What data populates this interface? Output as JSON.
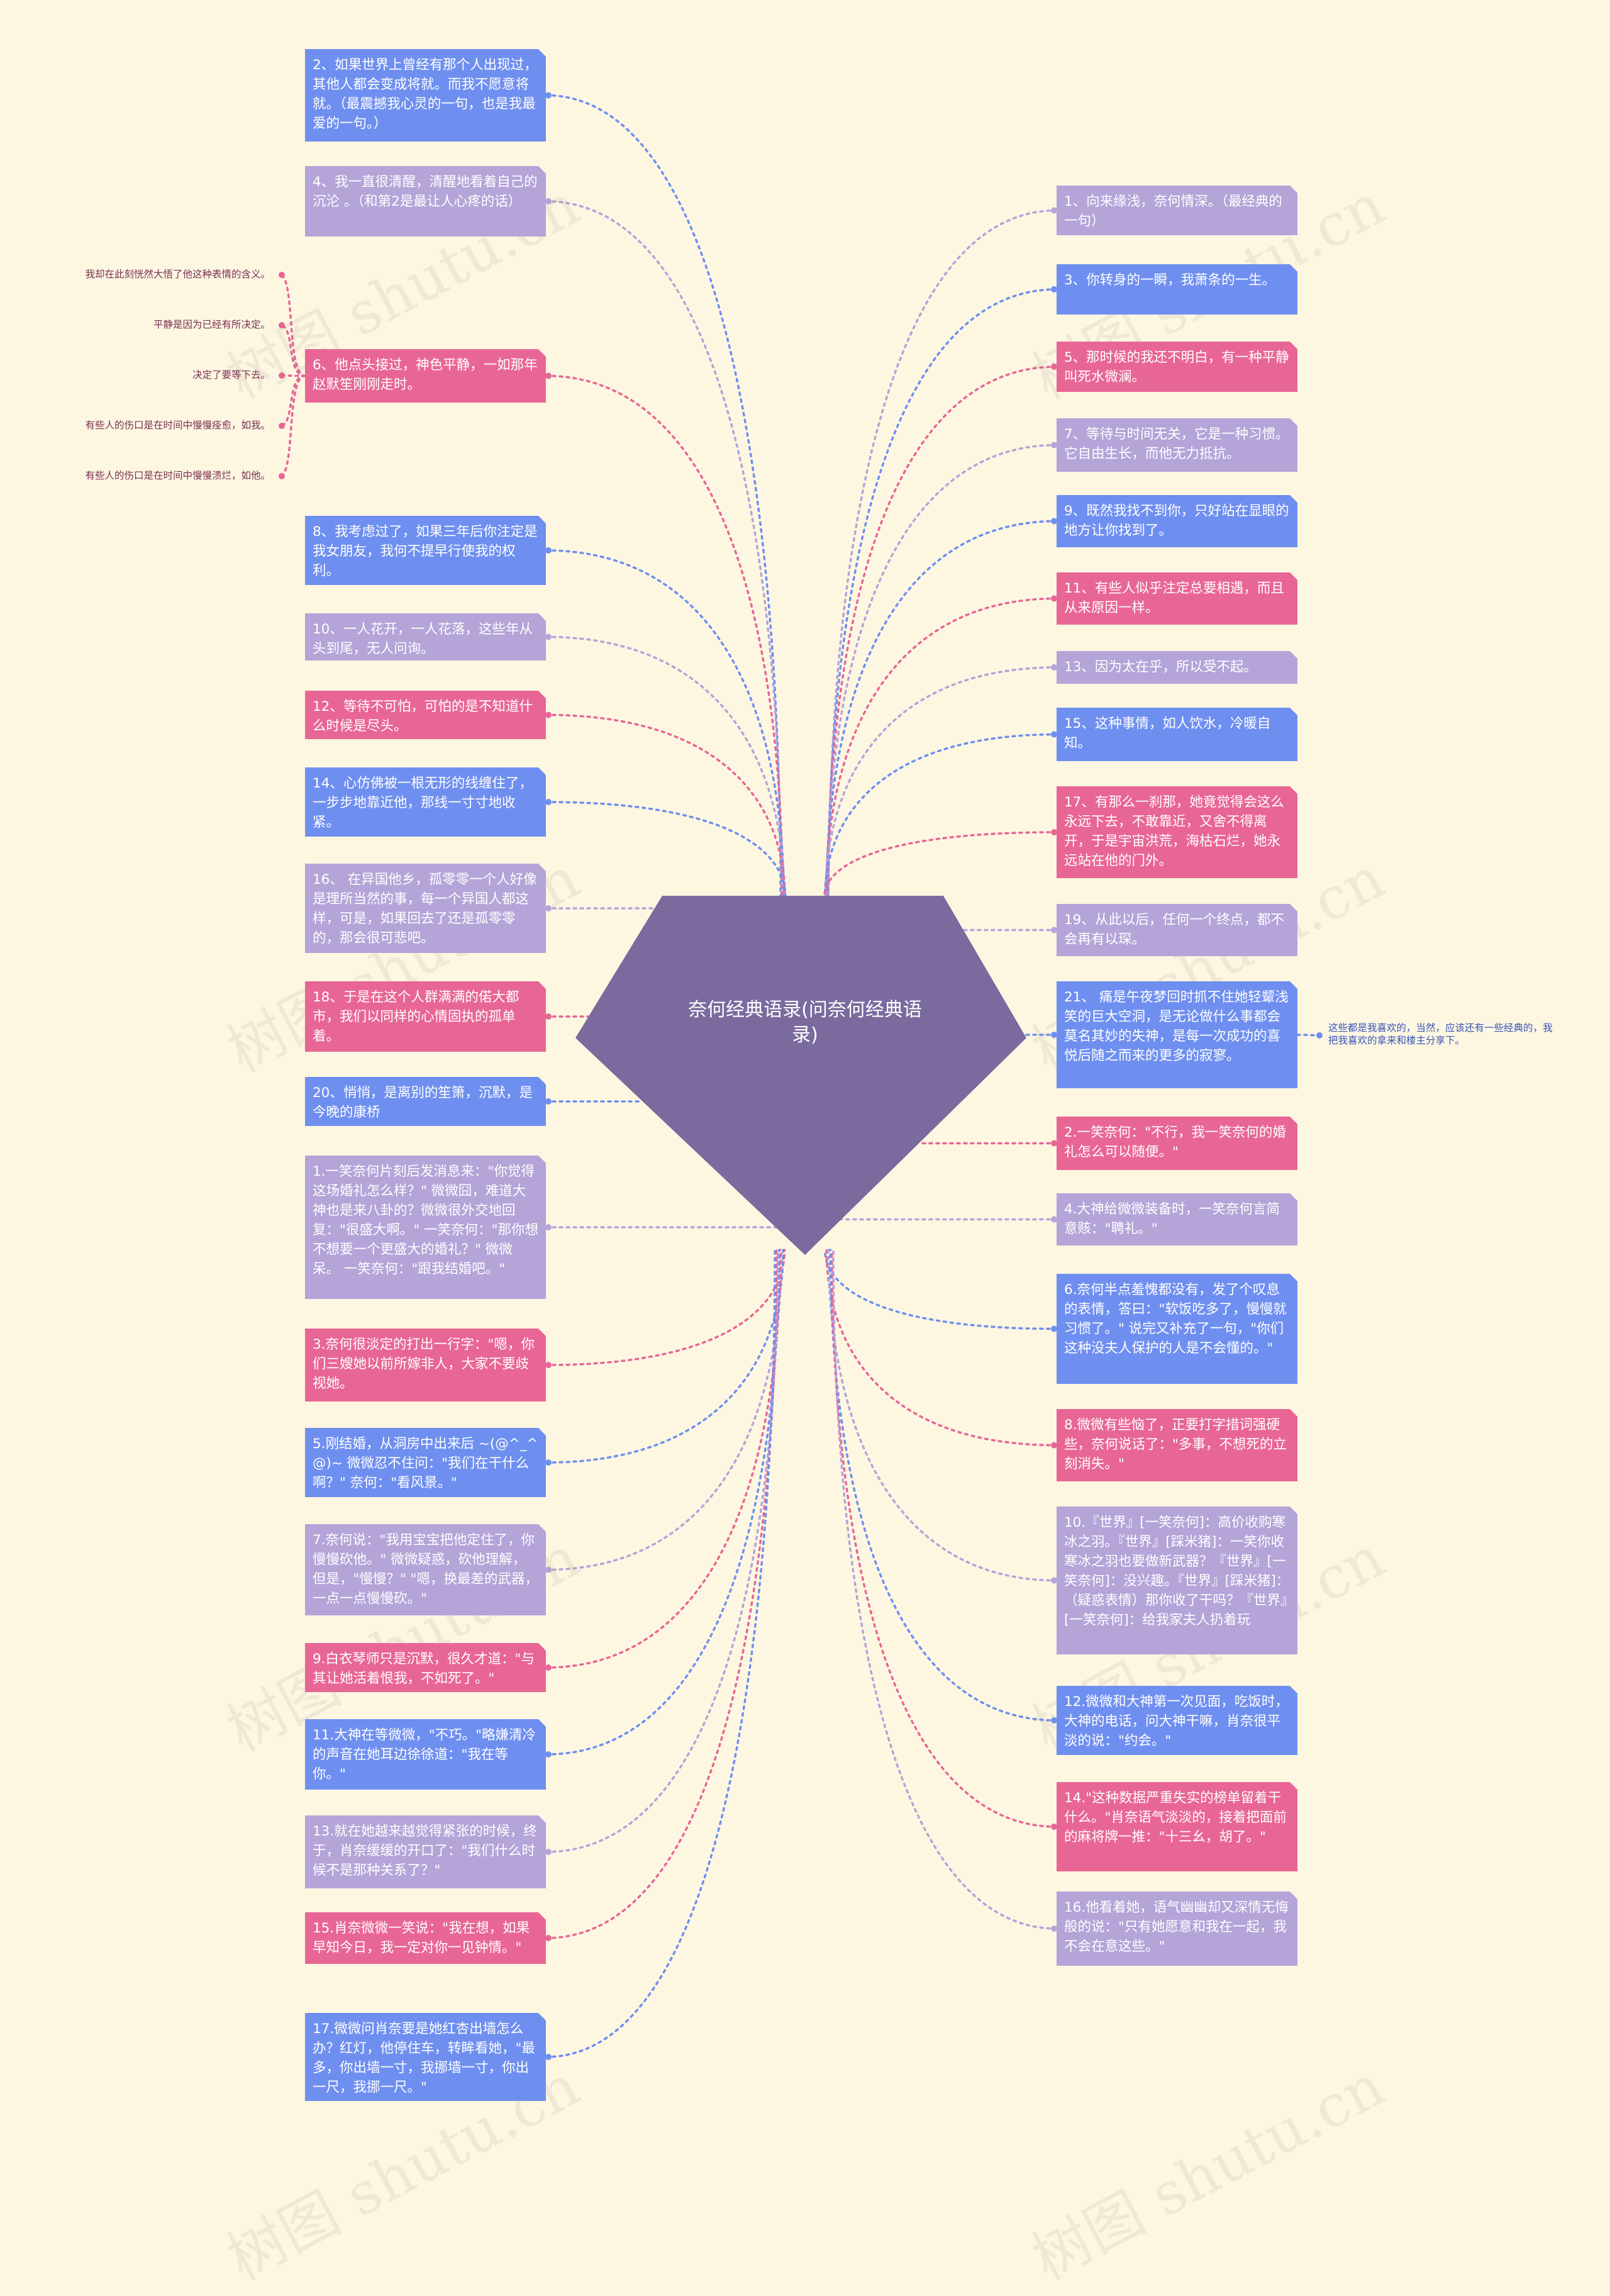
{
  "title": "奈何经典语录(问奈何经典语录)",
  "watermark": "树图 shutu.cn",
  "colors": {
    "blue": "#6f8ff0",
    "purple": "#b4a4d8",
    "pink": "#e86695",
    "center": "#7a6a9e",
    "background": "#fdf7e2"
  },
  "left_nodes": [
    {
      "text": "2、如果世界上曾经有那个人出现过，其他人都会变成将就。而我不愿意将就。（最震撼我心灵的一句，也是我最爱的一句。）",
      "color": "blue"
    },
    {
      "text": "4、我一直很清醒，清醒地看着自己的沉沦 。（和第2是最让人心疼的话）",
      "color": "purple"
    },
    {
      "text": "6、他点头接过，神色平静，一如那年赵默笙刚刚走时。",
      "color": "pink"
    },
    {
      "text": "8、我考虑过了，如果三年后你注定是我女朋友，我何不提早行使我的权利。",
      "color": "blue"
    },
    {
      "text": "10、一人花开，一人花落，这些年从头到尾，无人问询。",
      "color": "purple"
    },
    {
      "text": "12、等待不可怕，可怕的是不知道什么时候是尽头。",
      "color": "pink"
    },
    {
      "text": "14、心仿佛被一根无形的线缠住了，一步步地靠近他，那线一寸寸地收紧。",
      "color": "blue"
    },
    {
      "text": "16、 在异国他乡，孤零零一个人好像是理所当然的事，每一个异国人都这样，可是，如果回去了还是孤零零的，那会很可悲吧。",
      "color": "purple"
    },
    {
      "text": "18、于是在这个人群满满的偌大都市，我们以同样的心情固执的孤单着。",
      "color": "pink"
    },
    {
      "text": "20、悄悄，是离别的笙箫，沉默，是今晚的康桥",
      "color": "blue"
    },
    {
      "text": "1.一笑奈何片刻后发消息来：\"你觉得这场婚礼怎么样？\" 微微囧，难道大神也是来八卦的？微微很外交地回复：\"很盛大啊。\" 一笑奈何：\"那你想不想要一个更盛大的婚礼？\" 微微呆。 一笑奈何：\"跟我结婚吧。\"",
      "color": "purple"
    },
    {
      "text": "3.奈何很淡定的打出一行字：\"嗯，你们三嫂她以前所嫁非人，大家不要歧视她。",
      "color": "pink"
    },
    {
      "text": "5.刚结婚，从洞房中出来后 ~(@^_^@)~ 微微忍不住问：\"我们在干什么啊？\" 奈何：\"看风景。\"",
      "color": "blue"
    },
    {
      "text": "7.奈何说：\"我用宝宝把他定住了，你慢慢砍他。\" 微微疑惑，砍他理解，但是，\"慢慢？\" \"嗯，换最差的武器，一点一点慢慢砍。\"",
      "color": "purple"
    },
    {
      "text": "9.白衣琴师只是沉默，很久才道：\"与其让她活着恨我，不如死了。\"",
      "color": "pink"
    },
    {
      "text": "11.大神在等微微，\"不巧。\"略嫌清冷的声音在她耳边徐徐道：\"我在等你。\"",
      "color": "blue"
    },
    {
      "text": "13.就在她越来越觉得紧张的时候，终于，肖奈缓缓的开口了：\"我们什么时候不是那种关系了？\"",
      "color": "purple"
    },
    {
      "text": "15.肖奈微微一笑说：\"我在想，如果早知今日，我一定对你一见钟情。\"",
      "color": "pink"
    },
    {
      "text": "17.微微问肖奈要是她红杏出墙怎么办？红灯，他停住车，转眸看她，\"最多，你出墙一寸，我挪墙一寸，你出一尺，我挪一尺。\"",
      "color": "blue"
    }
  ],
  "right_nodes": [
    {
      "text": "1、向来缘浅，奈何情深。（最经典的一句）",
      "color": "purple"
    },
    {
      "text": "3、你转身的一瞬，我萧条的一生。",
      "color": "blue"
    },
    {
      "text": "5、那时候的我还不明白，有一种平静 叫死水微澜。",
      "color": "pink"
    },
    {
      "text": "7、等待与时间无关，它是一种习惯。它自由生长，而他无力抵抗。",
      "color": "purple"
    },
    {
      "text": "9、既然我找不到你，只好站在显眼的地方让你找到了。",
      "color": "blue"
    },
    {
      "text": "11、有些人似乎注定总要相遇，而且从来原因一样。",
      "color": "pink"
    },
    {
      "text": "13、因为太在乎，所以受不起。",
      "color": "purple"
    },
    {
      "text": "15、这种事情，如人饮水，冷暖自知。",
      "color": "blue"
    },
    {
      "text": "17、有那么一刹那，她竟觉得会这么永远下去，不敢靠近，又舍不得离开，于是宇宙洪荒，海枯石烂，她永远站在他的门外。",
      "color": "pink"
    },
    {
      "text": "19、从此以后，任何一个终点，都不会再有以琛。",
      "color": "purple"
    },
    {
      "text": "21、 痛是午夜梦回时抓不住她轻颦浅笑的巨大空洞，是无论做什么事都会莫名其妙的失神，是每一次成功的喜悦后随之而来的更多的寂寥。",
      "color": "blue"
    },
    {
      "text": "2.一笑奈何：\"不行，我一笑奈何的婚礼怎么可以随便。\"",
      "color": "pink"
    },
    {
      "text": "4.大神给微微装备时，一笑奈何言简意赅：\"聘礼。\"",
      "color": "purple"
    },
    {
      "text": "6.奈何半点羞愧都没有，发了个叹息的表情，答曰：\"软饭吃多了，慢慢就习惯了。\" 说完又补充了一句，\"你们这种没夫人保护的人是不会懂的。\"",
      "color": "blue"
    },
    {
      "text": "8.微微有些恼了，正要打字措词强硬些，奈何说话了：\"多事，不想死的立刻消失。\"",
      "color": "pink"
    },
    {
      "text": "10.『世界』[一笑奈何]：高价收购寒冰之羽。『世界』[踩米猪]：一笑你收寒冰之羽也要做新武器？『世界』[一笑奈何]：没兴趣。『世界』[踩米猪]：（疑惑表情）那你收了干吗？『世界』[一笑奈何]：给我家夫人扔着玩",
      "color": "purple"
    },
    {
      "text": "12.微微和大神第一次见面，吃饭时，大神的电话，问大神干嘛，肖奈很平淡的说：\"约会。\"",
      "color": "blue"
    },
    {
      "text": "14.\"这种数据严重失实的榜单留着干什么。\"肖奈语气淡淡的，接着把面前的麻将牌一推：\"十三幺，胡了。\"",
      "color": "pink"
    },
    {
      "text": "16.他看着她，语气幽幽却又深情无悔般的说：\"只有她愿意和我在一起，我不会在意这些。\"",
      "color": "purple"
    }
  ],
  "left_notes": [
    "我却在此刻恍然大悟了他这种表情的含义。",
    "平静是因为已经有所决定。",
    "决定了要等下去。",
    "有些人的伤口是在时间中慢慢痊愈，如我。",
    "有些人的伤口是在时间中慢慢溃烂，如他。"
  ],
  "right_note": "这些都是我喜欢的，当然，应该还有一些经典的，我把我喜欢的拿来和楼主分享下。"
}
